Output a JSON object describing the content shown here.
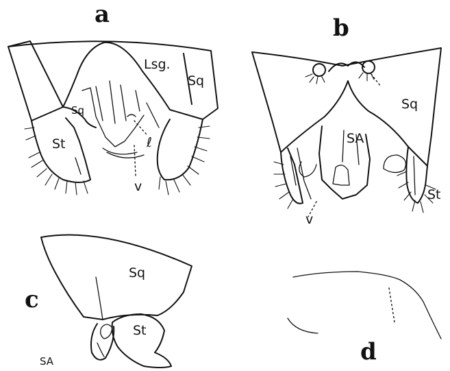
{
  "panels": {
    "a": {
      "letter": "a",
      "labels": {
        "lsg": "Lsg.",
        "sq": "Sq",
        "sq_small": "Sq",
        "st": "St",
        "l": "ℓ",
        "v": "v"
      }
    },
    "b": {
      "letter": "b",
      "labels": {
        "sq": "Sq",
        "sa": "SA",
        "st": "St",
        "v": "v"
      }
    },
    "c": {
      "letter": "c",
      "labels": {
        "sq": "Sq",
        "st": "St",
        "sa": "SA"
      }
    },
    "d": {
      "letter": "d"
    }
  }
}
